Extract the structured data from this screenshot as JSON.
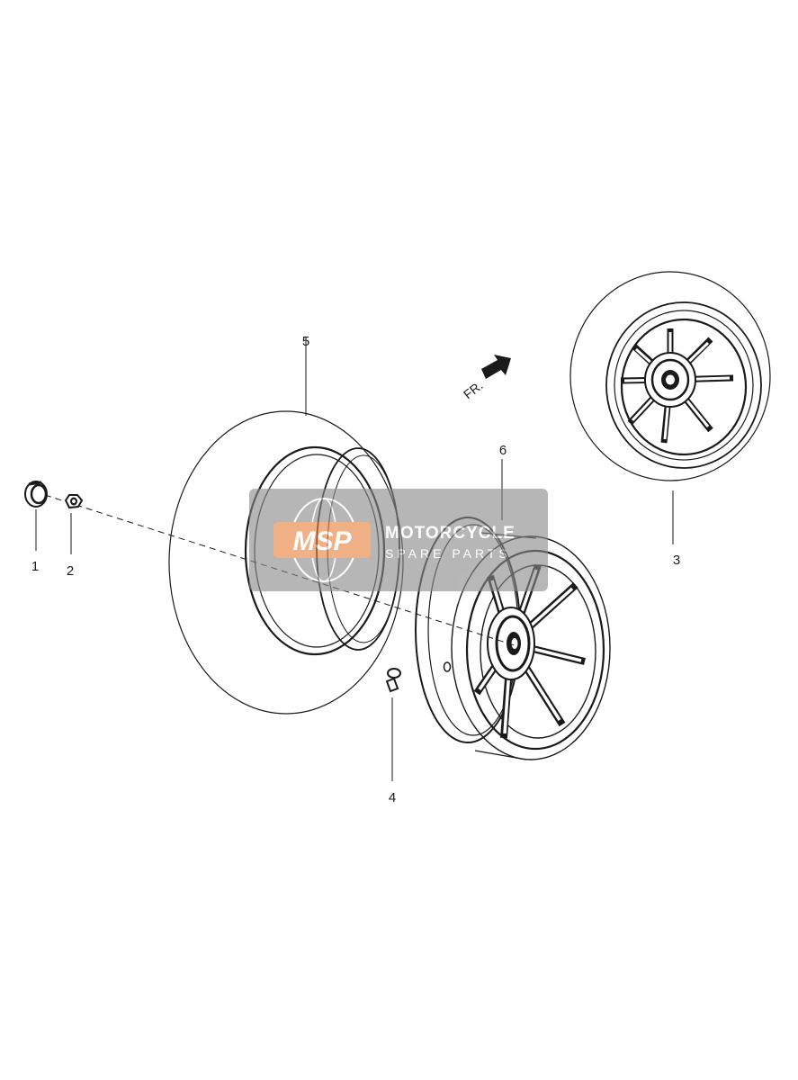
{
  "callouts": {
    "p1": "1",
    "p2": "2",
    "p3": "3",
    "p4": "4",
    "p5": "5",
    "p6": "6"
  },
  "direction_label": "FR.",
  "watermark": {
    "logo": "MSP",
    "title": "MOTORCYCLE",
    "subtitle": "SPARE PARTS"
  },
  "colors": {
    "line": "#1a1a1a",
    "watermark_box": "#8a8a8a",
    "watermark_logo": "#e8823e"
  }
}
